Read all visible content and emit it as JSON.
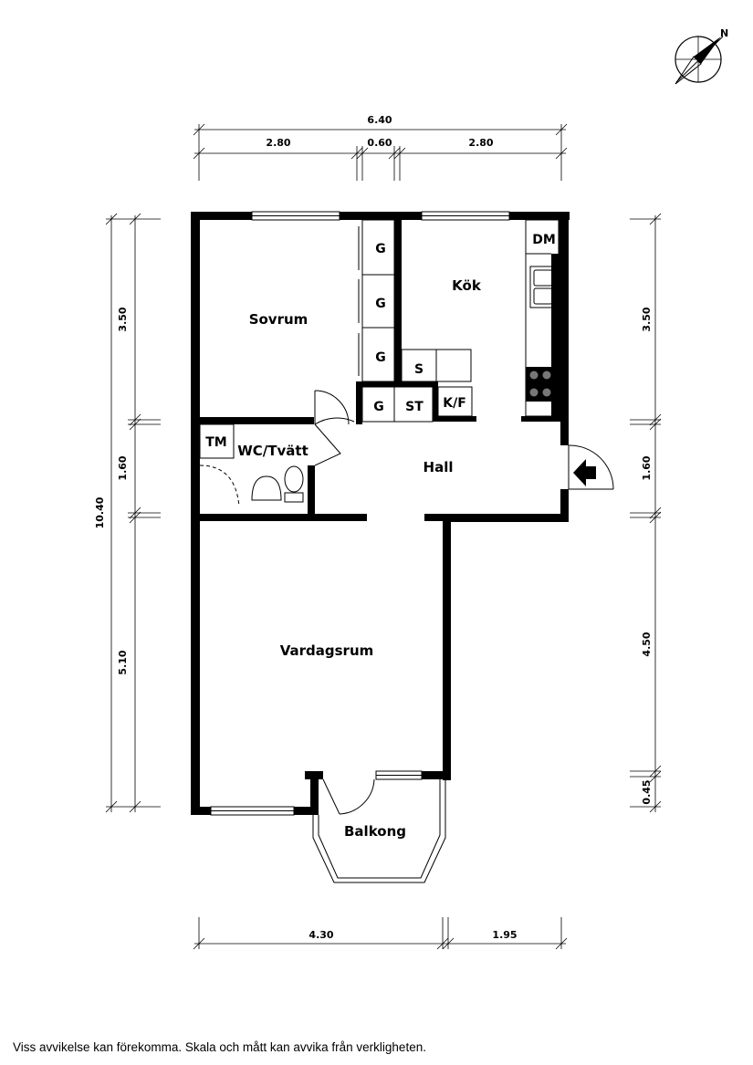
{
  "rooms": {
    "sovrum": "Sovrum",
    "kok": "Kök",
    "wc": "WC/Tvätt",
    "hall": "Hall",
    "vardagsrum": "Vardagsrum",
    "balkong": "Balkong"
  },
  "fixtures": {
    "g1": "G",
    "g2": "G",
    "g3": "G",
    "g4": "G",
    "st": "ST",
    "s": "S",
    "kf": "K/F",
    "dm": "DM",
    "tm": "TM"
  },
  "compass": {
    "north": "N"
  },
  "dimensions": {
    "top_total": "6.40",
    "top_left": "2.80",
    "top_mid": "0.60",
    "top_right": "2.80",
    "left_total": "10.40",
    "left_1": "3.50",
    "left_2": "1.60",
    "left_3": "5.10",
    "right_1": "3.50",
    "right_2": "1.60",
    "right_3": "4.50",
    "right_4": "0.45",
    "bottom_left": "4.30",
    "bottom_right": "1.95"
  },
  "disclaimer": "Viss avvikelse kan förekomma. Skala och mått kan avvika från verkligheten.",
  "colors": {
    "wall": "#000000",
    "background": "#ffffff",
    "line": "#000000"
  }
}
